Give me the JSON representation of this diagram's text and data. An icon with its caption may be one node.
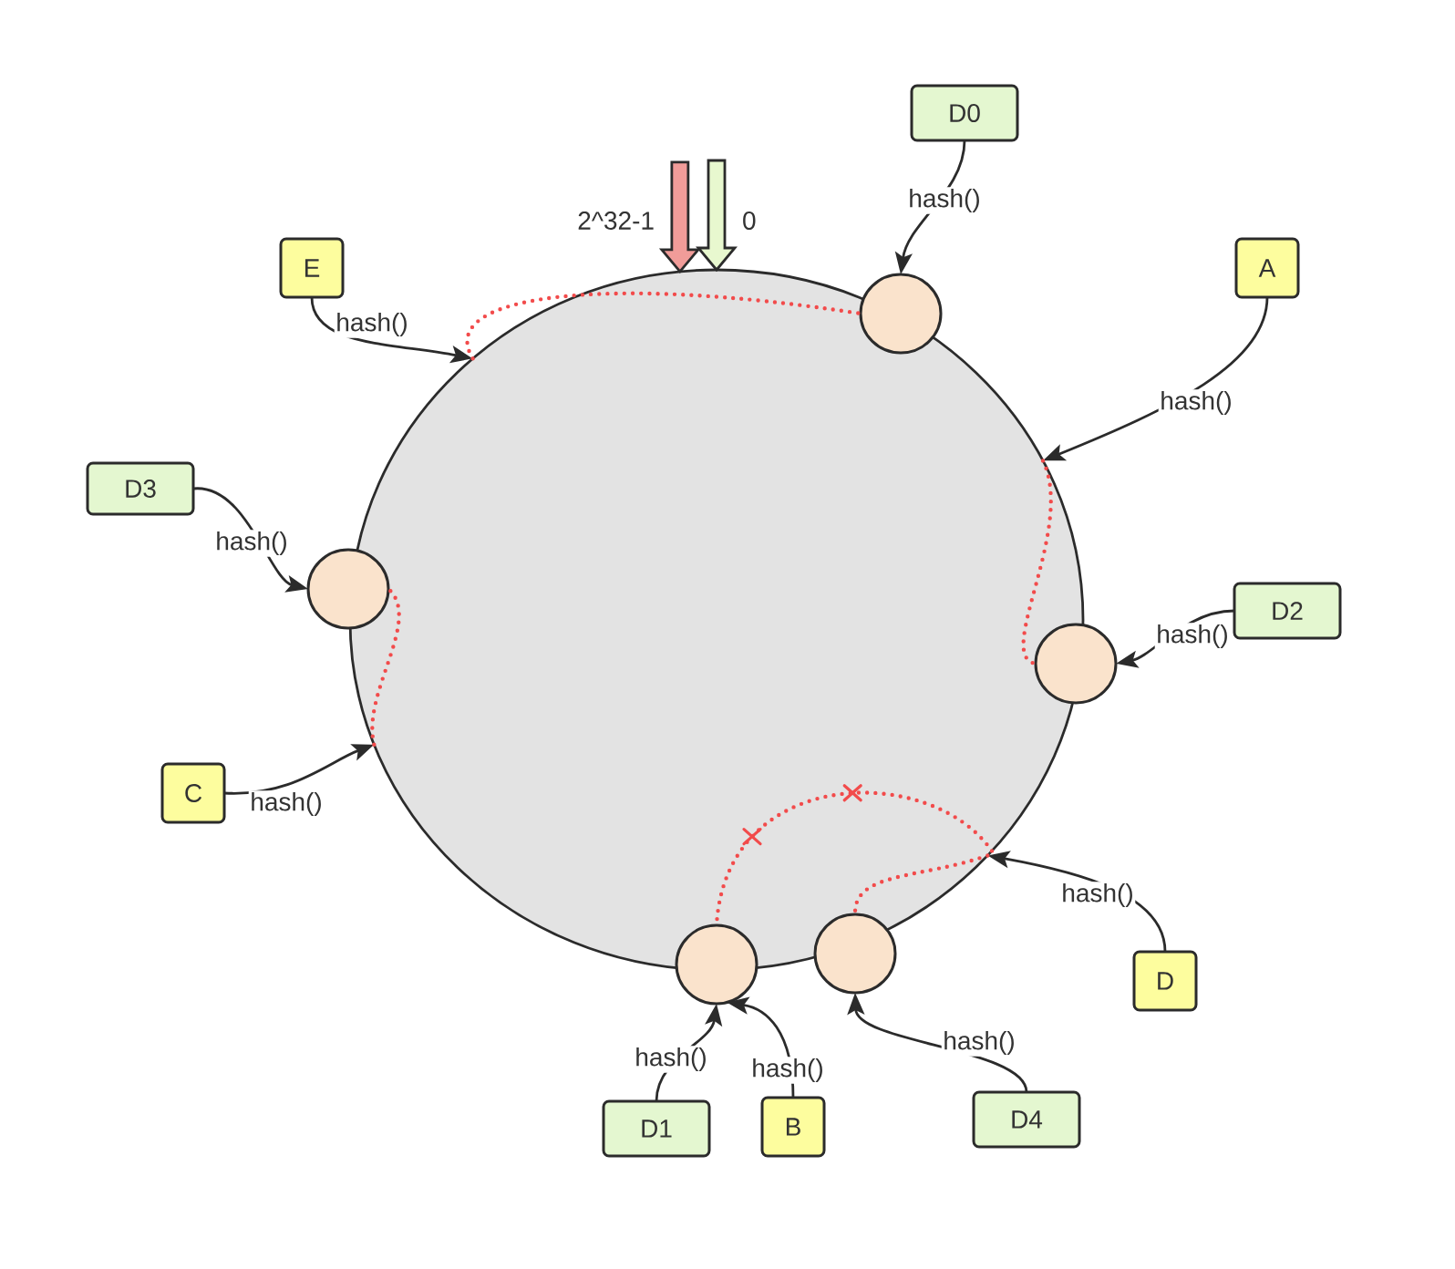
{
  "diagram": {
    "nodes": [
      {
        "text": [],
        "shape": "circle"
      },
      {
        "text": [
          "D0"
        ]
      },
      {
        "text": [
          "E"
        ]
      },
      {
        "text": [
          "A"
        ]
      },
      {
        "text": [],
        "shape": "circle"
      },
      {
        "text": [
          "D3"
        ]
      },
      {
        "text": [],
        "shape": "circle"
      },
      {
        "text": [
          "D2"
        ]
      },
      {
        "text": [],
        "shape": "circle"
      },
      {
        "text": [
          "C"
        ]
      },
      {
        "text": [
          "D"
        ]
      },
      {
        "text": [],
        "shape": "circle"
      },
      {
        "text": [],
        "shape": "circle"
      },
      {
        "text": [
          "D1"
        ]
      },
      {
        "text": [
          "B"
        ]
      },
      {
        "text": [
          "D4"
        ]
      }
    ],
    "edges": [
      {
        "from": 1,
        "to": 4,
        "arrow": "to",
        "label": "hash()"
      },
      {
        "from": 2,
        "to": 0,
        "arrow": "to",
        "label": "hash()"
      },
      {
        "from": 3,
        "to": 0,
        "arrow": "to",
        "label": "hash()"
      },
      {
        "from": 5,
        "to": 6,
        "arrow": "to",
        "label": "hash()"
      },
      {
        "from": 7,
        "to": 8,
        "arrow": "to",
        "label": "hash()"
      },
      {
        "from": 9,
        "to": 0,
        "arrow": "to",
        "label": "hash()"
      },
      {
        "from": 10,
        "to": 0,
        "arrow": "to",
        "label": "hash()"
      },
      {
        "from": 13,
        "to": 11,
        "arrow": "to",
        "label": "hash()"
      },
      {
        "from": 14,
        "to": 11,
        "arrow": "to",
        "label": "hash()"
      },
      {
        "from": 15,
        "to": 12,
        "arrow": "to",
        "label": "hash()"
      },
      {
        "from": 0,
        "to": 4,
        "arrow": "none",
        "style": "dashed",
        "color": "#f24b4b"
      },
      {
        "from": 0,
        "to": 8,
        "arrow": "none",
        "style": "dashed",
        "color": "#f24b4b"
      },
      {
        "from": 0,
        "to": 6,
        "arrow": "none",
        "style": "dashed",
        "color": "#f24b4b"
      },
      {
        "from": 0,
        "to": 12,
        "arrow": "none",
        "style": "dashed",
        "color": "#f24b4b"
      },
      {
        "from": 0,
        "to": 11,
        "arrow": "none",
        "style": "dashed",
        "color": "#f24b4b"
      },
      {
        "from": null,
        "to": 0,
        "arrow": "to",
        "label": "2^32-1",
        "color": "#f19c99"
      },
      {
        "from": null,
        "to": 0,
        "arrow": "to",
        "label": "0",
        "color": "#e8f8cf"
      }
    ]
  }
}
